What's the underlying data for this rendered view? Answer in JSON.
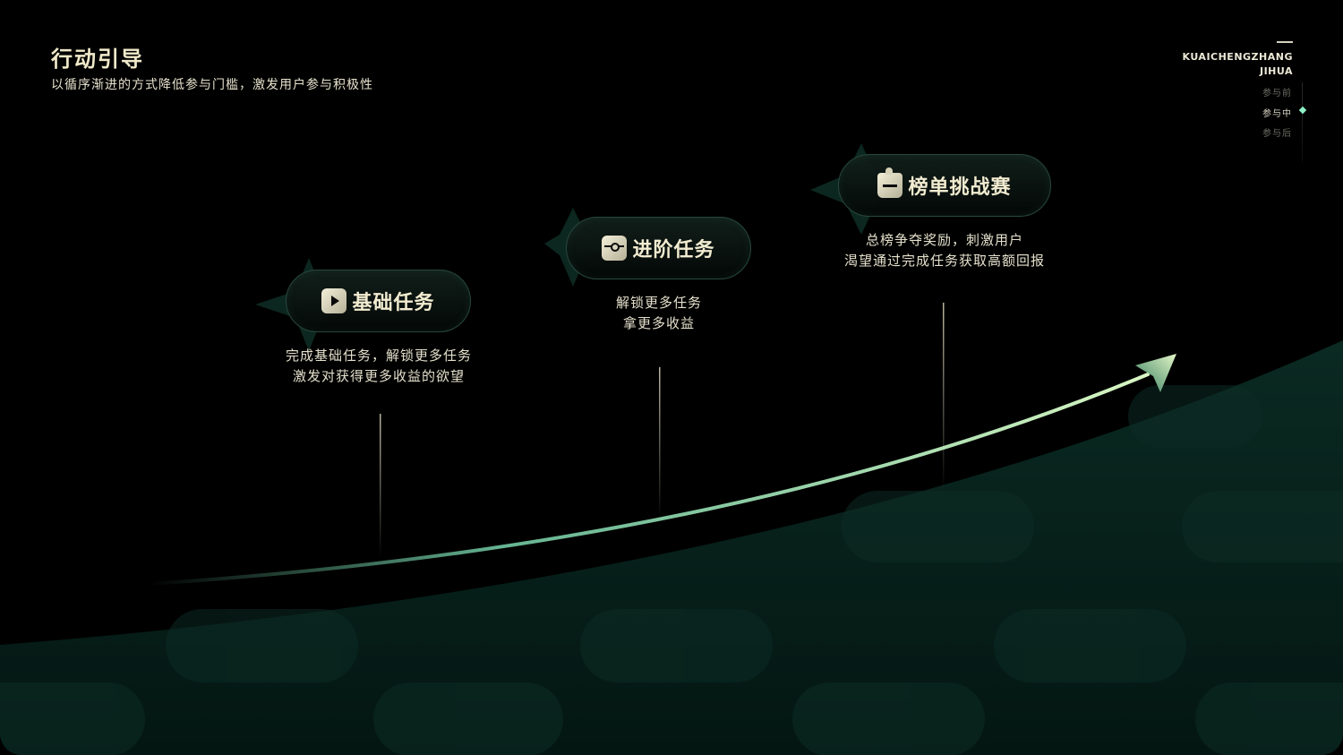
{
  "header": {
    "title": "行动引导",
    "subtitle": "以循序渐进的方式降低参与门槛，激发用户参与积极性"
  },
  "brand": {
    "line1": "KUAICHENGZHANG",
    "line2": "JIHUA"
  },
  "nav": {
    "items": [
      {
        "label": "参与前",
        "active": false
      },
      {
        "label": "参与中",
        "active": true
      },
      {
        "label": "参与后",
        "active": false
      }
    ]
  },
  "steps": [
    {
      "label": "基础任务",
      "icon": "play-icon",
      "desc": [
        "完成基础任务，解锁更多任务",
        "激发对获得更多收益的欲望"
      ]
    },
    {
      "label": "进阶任务",
      "icon": "unlock-icon",
      "desc": [
        "解锁更多任务",
        "拿更多收益"
      ]
    },
    {
      "label": "榜单挑战赛",
      "icon": "trophy-icon",
      "desc": [
        "总榜争夺奖励，刺激用户",
        "渴望通过完成任务获取高额回报"
      ]
    }
  ],
  "colors": {
    "background": "#000000",
    "accent": "#8ef0c6",
    "text": "#efe9c9",
    "ground": "#061b16"
  }
}
